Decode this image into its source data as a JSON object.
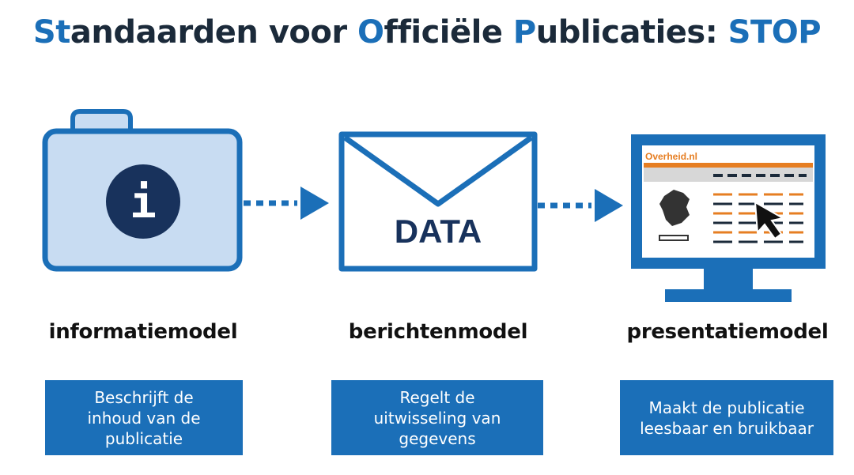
{
  "title": {
    "parts": [
      {
        "text": "St",
        "accent": true
      },
      {
        "text": "andaarden voor ",
        "accent": false
      },
      {
        "text": "O",
        "accent": true
      },
      {
        "text": "fficiële ",
        "accent": false
      },
      {
        "text": "P",
        "accent": true
      },
      {
        "text": "ublicaties: ",
        "accent": false
      },
      {
        "text": "STOP",
        "accent": true
      }
    ]
  },
  "colors": {
    "brand_blue": "#1b6fb8",
    "light_blue": "#c8dcf2",
    "navy": "#18325c",
    "orange": "#e67e22"
  },
  "steps": [
    {
      "icon": "info-folder-icon",
      "label": "informatiemodel",
      "description": "Beschrijft de inhoud van de publicatie"
    },
    {
      "icon": "data-envelope-icon",
      "label": "berichtenmodel",
      "description": "Regelt de uitwisseling van gegevens"
    },
    {
      "icon": "monitor-website-icon",
      "label": "presentatiemodel",
      "description": "Maakt de publicatie leesbaar en bruikbaar"
    }
  ],
  "icons": {
    "info_glyph": "i",
    "envelope_text": "DATA",
    "website_name": "Overheid.nl"
  }
}
